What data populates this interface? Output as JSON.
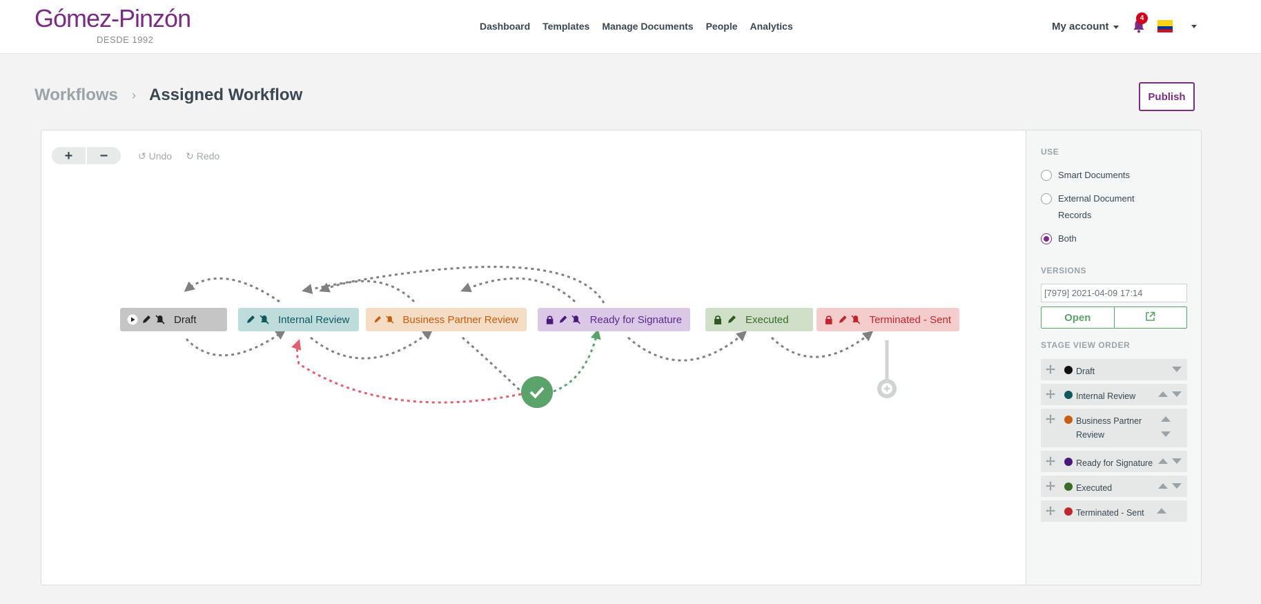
{
  "logo": {
    "name": "Gómez-Pinzón",
    "sub": "DESDE 1992"
  },
  "nav": {
    "items": [
      "Dashboard",
      "Templates",
      "Manage Documents",
      "People",
      "Analytics"
    ]
  },
  "account": {
    "label": "My account",
    "notifications": "4"
  },
  "breadcrumb": {
    "root": "Workflows",
    "current": "Assigned Workflow"
  },
  "publish_label": "Publish",
  "toolbar": {
    "zoom_in": "+",
    "zoom_out": "−",
    "undo": "Undo",
    "redo": "Redo"
  },
  "stages": [
    {
      "label": "Draft",
      "bg": "#c5c5c5",
      "fg": "#222222"
    },
    {
      "label": "Internal Review",
      "bg": "#bfdcdc",
      "fg": "#10585e"
    },
    {
      "label": "Business Partner Review",
      "bg": "#f5dcc5",
      "fg": "#c75d0d"
    },
    {
      "label": "Ready for Signature",
      "bg": "#dac8e6",
      "fg": "#5a2a8a"
    },
    {
      "label": "Executed",
      "bg": "#cfdfc8",
      "fg": "#3a6b2a"
    },
    {
      "label": "Terminated - Sent",
      "bg": "#f5cccc",
      "fg": "#c0262d"
    }
  ],
  "colors": {
    "brand": "#7a2c82",
    "success": "#5aa36a",
    "rejection": "#e06070",
    "flow": "#808080"
  },
  "use": {
    "title": "USE",
    "options": [
      "Smart Documents",
      "External Document Records",
      "Both"
    ],
    "selected": "Both"
  },
  "versions": {
    "title": "VERSIONS",
    "value": "[7979] 2021-04-09 17:14",
    "open": "Open"
  },
  "stage_order": {
    "title": "STAGE VIEW ORDER",
    "items": [
      {
        "label": "Draft",
        "color": "#111111"
      },
      {
        "label": "Internal Review",
        "color": "#10585e"
      },
      {
        "label": "Business Partner Review",
        "color": "#c75d0d"
      },
      {
        "label": "Ready for Signature",
        "color": "#4a1a7a"
      },
      {
        "label": "Executed",
        "color": "#3a6b2a"
      },
      {
        "label": "Terminated - Sent",
        "color": "#c0262d"
      }
    ]
  }
}
